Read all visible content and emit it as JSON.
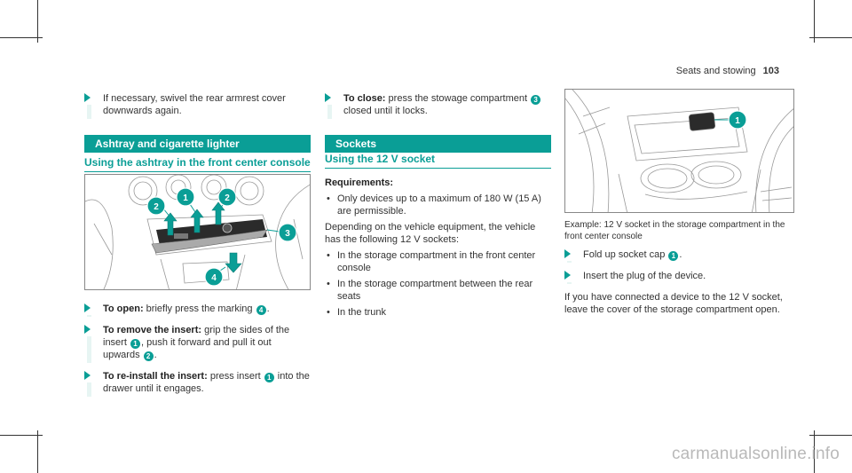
{
  "header": {
    "title": "Seats and stowing",
    "page": "103"
  },
  "col1": {
    "step_top": {
      "text": "If necessary, swivel the rear armrest cover downwards again."
    },
    "section": "Ashtray and cigarette lighter",
    "subheading": "Using the ashtray in the front center console",
    "figure_callouts": [
      "2",
      "1",
      "2",
      "3",
      "4"
    ],
    "steps": [
      {
        "bold": "To open:",
        "t1": " briefly press the marking ",
        "n1": "4",
        "t2": "."
      },
      {
        "bold": "To remove the insert:",
        "t1": " grip the sides of the insert ",
        "n1": "1",
        "t2": ", push it forward and pull it out upwards ",
        "n2": "2",
        "t3": "."
      },
      {
        "bold": "To re-install the insert:",
        "t1": " press insert ",
        "n1": "1",
        "t2": " into the drawer until it engages."
      }
    ]
  },
  "col2": {
    "step_close": {
      "bold": "To close:",
      "t1": " press the stowage compartment ",
      "n1": "3",
      "t2": " closed until it locks."
    },
    "section": "Sockets",
    "subheading": "Using the 12 V socket",
    "requirements_title": "Requirements:",
    "requirements": [
      "Only devices up to a maximum of 180 W (15 A) are permissible."
    ],
    "depending": "Depending on the vehicle equipment, the vehicle has the following 12 V sockets:",
    "sockets": [
      "In the storage compartment in the front center console",
      "In the storage compartment between the rear seats",
      "In the trunk"
    ]
  },
  "col3": {
    "figure_callout": "1",
    "caption": "Example: 12 V socket in the storage compartment in the front center console",
    "steps": [
      {
        "t1": "Fold up socket cap ",
        "n1": "1",
        "t2": "."
      },
      {
        "t1": "Insert the plug of the device."
      }
    ],
    "note": "If you have connected a device to the 12 V socket, leave the cover of the storage compartment open."
  },
  "watermark": "carmanualsonline.info",
  "colors": {
    "accent": "#0a9e96",
    "bar": "#e7f5f3"
  }
}
